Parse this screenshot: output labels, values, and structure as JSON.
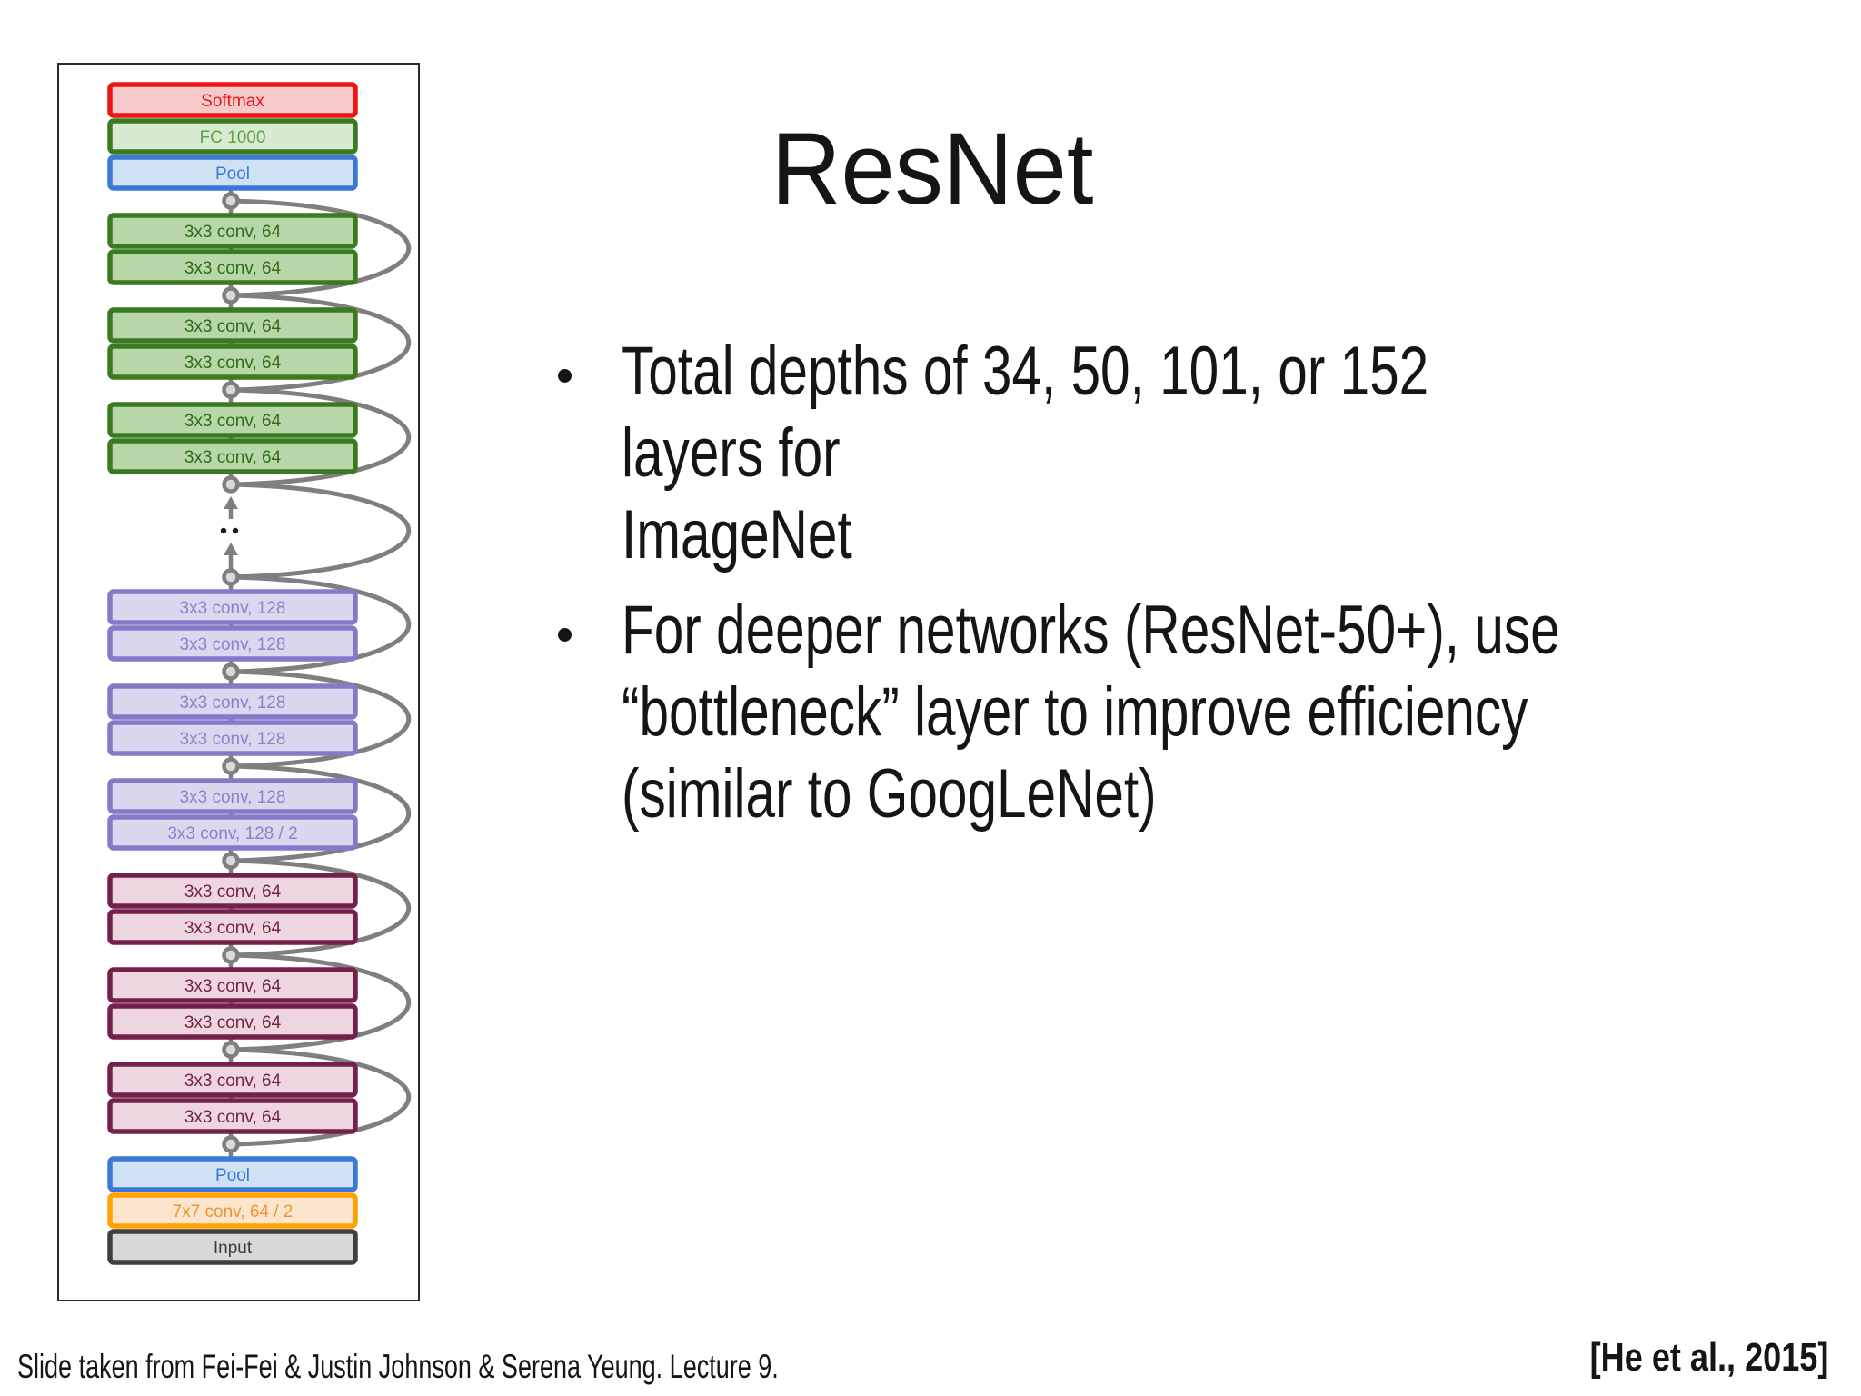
{
  "slide": {
    "title": "ResNet",
    "bullets": [
      {
        "lines": [
          "Total depths of 34, 50, 101, or 152 layers for",
          "ImageNet"
        ]
      },
      {
        "lines": [
          "For deeper networks (ResNet-50+), use",
          "“bottleneck” layer to improve efficiency",
          "(similar to GoogLeNet)"
        ]
      }
    ],
    "footer_left": "Slide taken from Fei-Fei & Justin Johnson & Serena Yeung. Lecture 9.",
    "citation": "[He et al., 2015]"
  },
  "diagram": {
    "palette": {
      "softmax": {
        "border": "#ee1414",
        "fill": "#f6caca",
        "text": "#ee1414"
      },
      "fc": {
        "border": "#3c7a21",
        "fill": "#d9ead3",
        "text": "#61a23e"
      },
      "pool": {
        "border": "#3c78d8",
        "fill": "#cfe2f3",
        "text": "#3c78d8"
      },
      "conv_green": {
        "border": "#3c7a21",
        "fill": "#b7d7a9",
        "text": "#2f6b18"
      },
      "conv_purple": {
        "border": "#8879c8",
        "fill": "#dcd6ee",
        "text": "#8e80c9"
      },
      "conv_maroon": {
        "border": "#75204a",
        "fill": "#eed6e1",
        "text": "#75204a"
      },
      "conv_orange": {
        "border": "#ffa200",
        "fill": "#fce5cd",
        "text": "#ef9430"
      },
      "input": {
        "border": "#3f3f3f",
        "fill": "#d8d8d8",
        "text": "#3b3b3b"
      },
      "wire": "#7f7f7f",
      "dots": "#1a1a1a",
      "frame": "#2b2b2b"
    },
    "stack": [
      {
        "label": "Softmax",
        "style": "softmax"
      },
      {
        "label": "FC 1000",
        "style": "fc"
      },
      {
        "label": "Pool",
        "style": "pool"
      },
      {
        "gap": "node"
      },
      {
        "label": "3x3 conv, 64",
        "style": "conv_green"
      },
      {
        "label": "3x3 conv, 64",
        "style": "conv_green"
      },
      {
        "gap": "node"
      },
      {
        "label": "3x3 conv, 64",
        "style": "conv_green"
      },
      {
        "label": "3x3 conv, 64",
        "style": "conv_green"
      },
      {
        "gap": "node"
      },
      {
        "label": "3x3 conv, 64",
        "style": "conv_green"
      },
      {
        "label": "3x3 conv, 64",
        "style": "conv_green"
      },
      {
        "gap": "node"
      },
      {
        "gap": "dots"
      },
      {
        "gap": "node"
      },
      {
        "label": "3x3 conv, 128",
        "style": "conv_purple"
      },
      {
        "label": "3x3 conv, 128",
        "style": "conv_purple"
      },
      {
        "gap": "node"
      },
      {
        "label": "3x3 conv, 128",
        "style": "conv_purple"
      },
      {
        "label": "3x3 conv, 128",
        "style": "conv_purple"
      },
      {
        "gap": "node"
      },
      {
        "label": "3x3 conv, 128",
        "style": "conv_purple"
      },
      {
        "label": "3x3 conv, 128 / 2",
        "style": "conv_purple"
      },
      {
        "gap": "node"
      },
      {
        "label": "3x3 conv, 64",
        "style": "conv_maroon"
      },
      {
        "label": "3x3 conv, 64",
        "style": "conv_maroon"
      },
      {
        "gap": "node"
      },
      {
        "label": "3x3 conv, 64",
        "style": "conv_maroon"
      },
      {
        "label": "3x3 conv, 64",
        "style": "conv_maroon"
      },
      {
        "gap": "node"
      },
      {
        "label": "3x3 conv, 64",
        "style": "conv_maroon"
      },
      {
        "label": "3x3 conv, 64",
        "style": "conv_maroon"
      },
      {
        "gap": "node"
      },
      {
        "label": "Pool",
        "style": "pool"
      },
      {
        "label": "7x7 conv, 64 / 2",
        "style": "conv_orange"
      },
      {
        "label": "Input",
        "style": "input"
      }
    ]
  }
}
